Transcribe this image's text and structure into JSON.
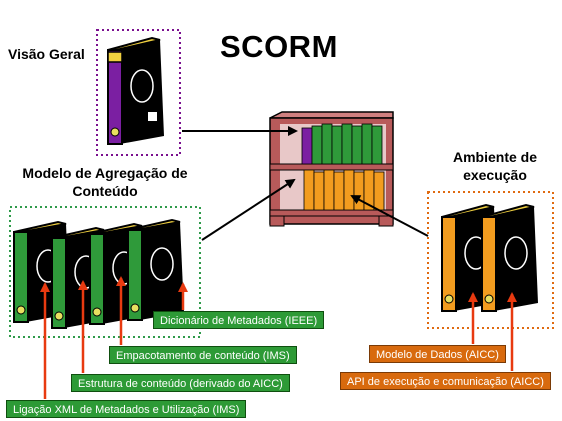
{
  "diagram": {
    "title": "SCORM",
    "labels": {
      "visao_geral": "Visão Geral",
      "modelo_agregacao": "Modelo de Agregação de Conteúdo",
      "ambiente_execucao": "Ambiente de execução"
    },
    "green_tags": [
      "Dicionário de Metadados (IEEE)",
      "Empacotamento de conteúdo (IMS)",
      "Estrutura de conteúdo (derivado do AICC)",
      "Ligação XML de Metadados e Utilização (IMS)"
    ],
    "orange_tags": [
      "Modelo de Dados (AICC)",
      "API de execução e comunicação (AICC)"
    ],
    "colors": {
      "purple_border": "#7a0f8f",
      "green_border": "#2e9a4a",
      "orange_border": "#e06a10",
      "tag_green": "#2d9a36",
      "tag_orange": "#d86a0e",
      "shelf": "#b85a5a",
      "arrow_red": "#e83a10"
    }
  }
}
